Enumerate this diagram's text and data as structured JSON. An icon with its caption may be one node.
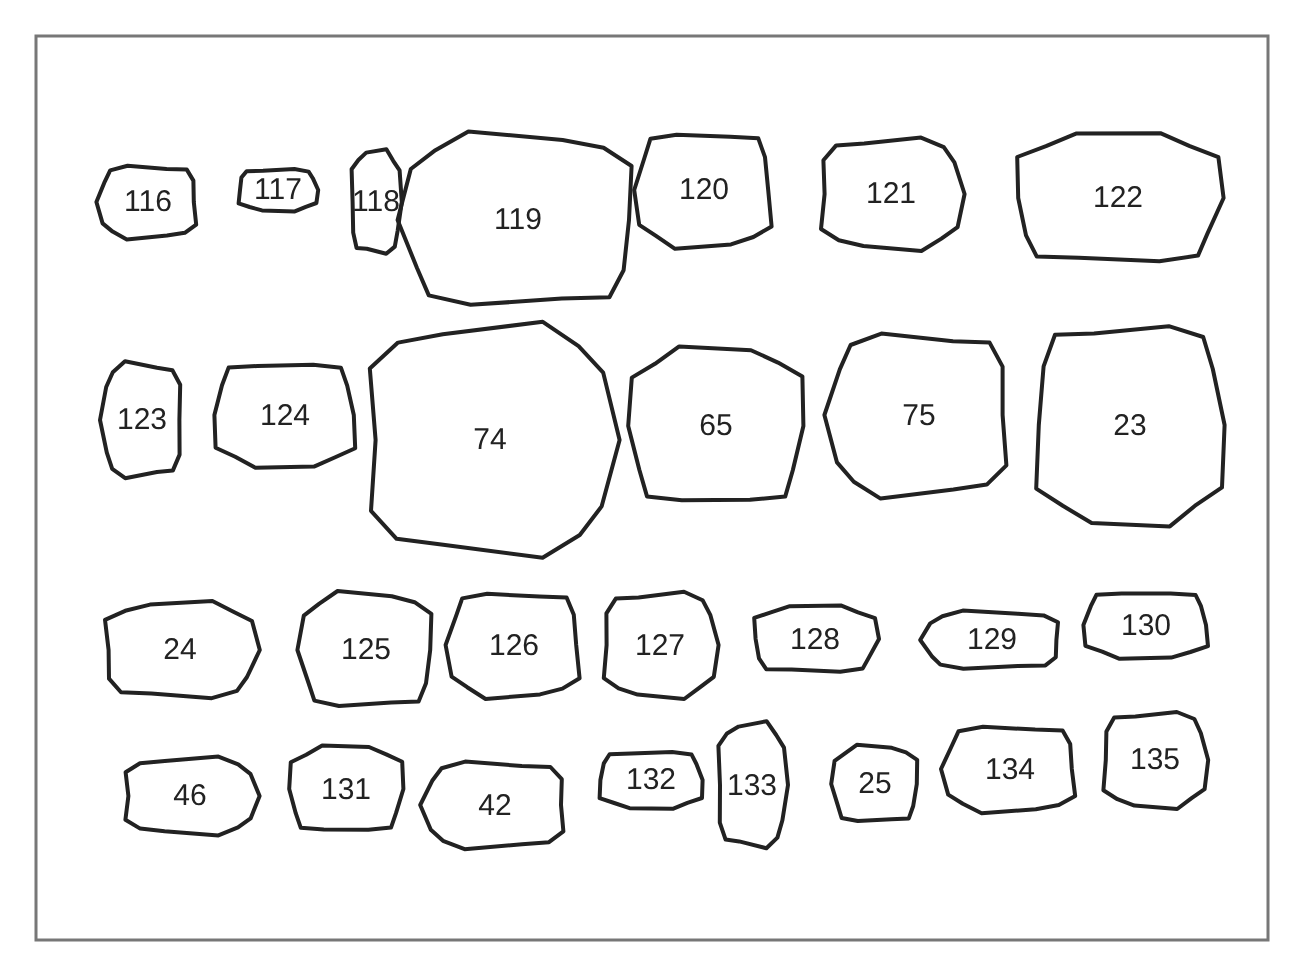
{
  "diagram": {
    "nodes": [
      {
        "text": [
          "116"
        ]
      },
      {
        "text": [
          "117"
        ]
      },
      {
        "text": [
          "118"
        ]
      },
      {
        "text": [
          "119"
        ]
      },
      {
        "text": [
          "120"
        ]
      },
      {
        "text": [
          "121"
        ]
      },
      {
        "text": [
          "122"
        ]
      },
      {
        "text": [
          "123"
        ]
      },
      {
        "text": [
          "124"
        ]
      },
      {
        "text": [
          "74"
        ]
      },
      {
        "text": [
          "65"
        ]
      },
      {
        "text": [
          "75"
        ]
      },
      {
        "text": [
          "23"
        ]
      },
      {
        "text": [
          "24"
        ]
      },
      {
        "text": [
          "125"
        ]
      },
      {
        "text": [
          "126"
        ]
      },
      {
        "text": [
          "127"
        ]
      },
      {
        "text": [
          "128"
        ]
      },
      {
        "text": [
          "129"
        ]
      },
      {
        "text": [
          "130"
        ]
      },
      {
        "text": [
          "46"
        ]
      },
      {
        "text": [
          "131"
        ]
      },
      {
        "text": [
          "42"
        ]
      },
      {
        "text": [
          "132"
        ]
      },
      {
        "text": [
          "133"
        ]
      },
      {
        "text": [
          "25"
        ]
      },
      {
        "text": [
          "134"
        ]
      },
      {
        "text": [
          "135"
        ]
      }
    ]
  }
}
